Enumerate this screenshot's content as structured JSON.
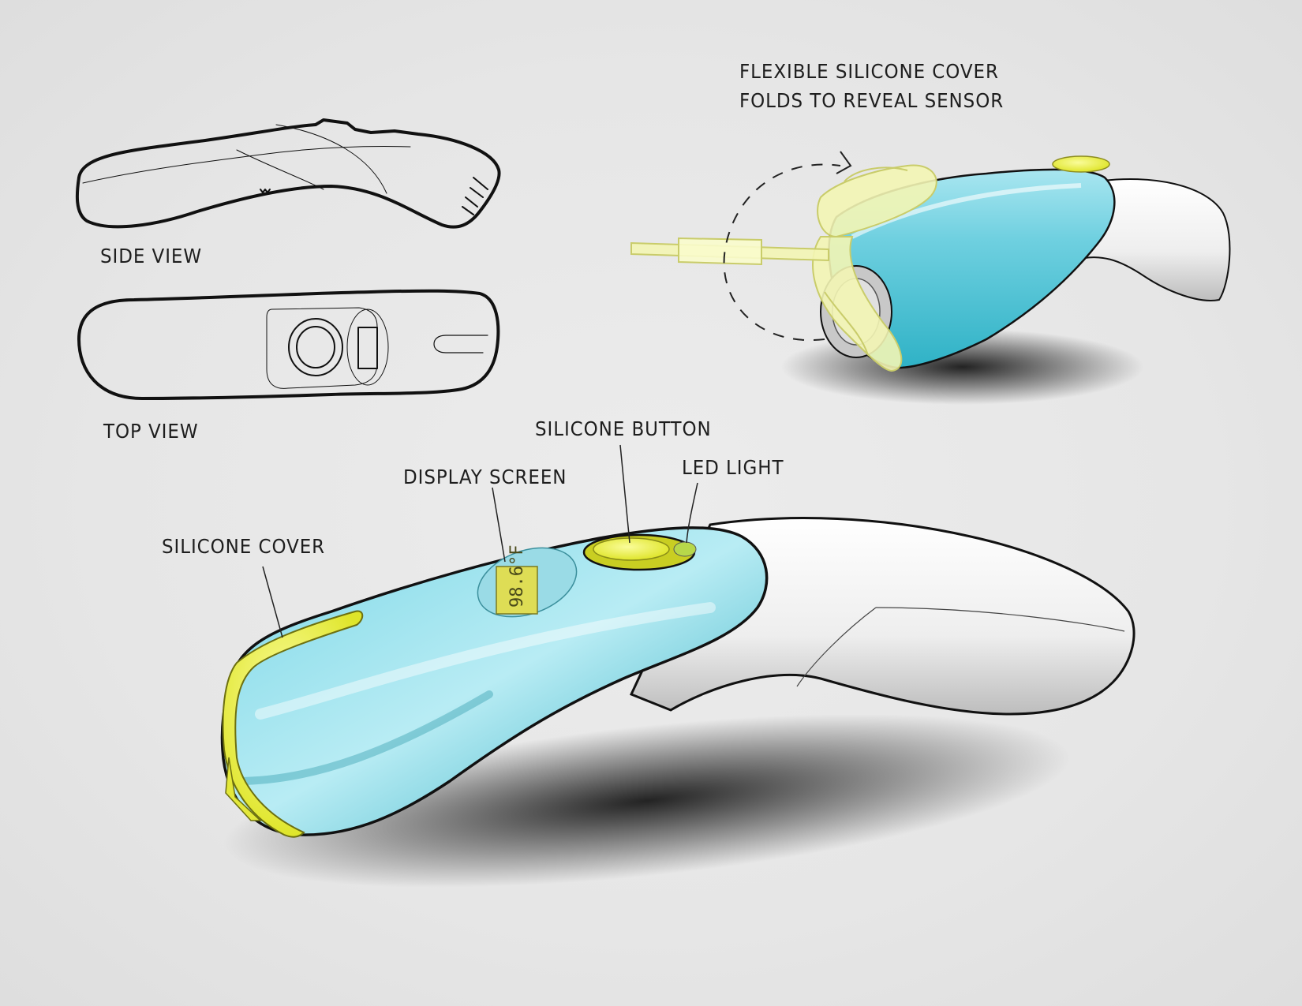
{
  "annotations": {
    "side_view": "SIDE VIEW",
    "top_view": "TOP VIEW",
    "flexible_cover_line1": "FLEXIBLE SILICONE COVER",
    "flexible_cover_line2": "FOLDS TO REVEAL SENSOR",
    "silicone_button": "SILICONE BUTTON",
    "display_screen": "DISPLAY SCREEN",
    "led_light": "LED LIGHT",
    "silicone_cover": "SILICONE COVER"
  },
  "display_reading": "98.6°F",
  "colors": {
    "background": "#e6e6e6",
    "body_cyan": "#5bc8d8",
    "body_white": "#f4f4f4",
    "accent_yellow": "#e8ec3a",
    "outline": "#111111"
  }
}
